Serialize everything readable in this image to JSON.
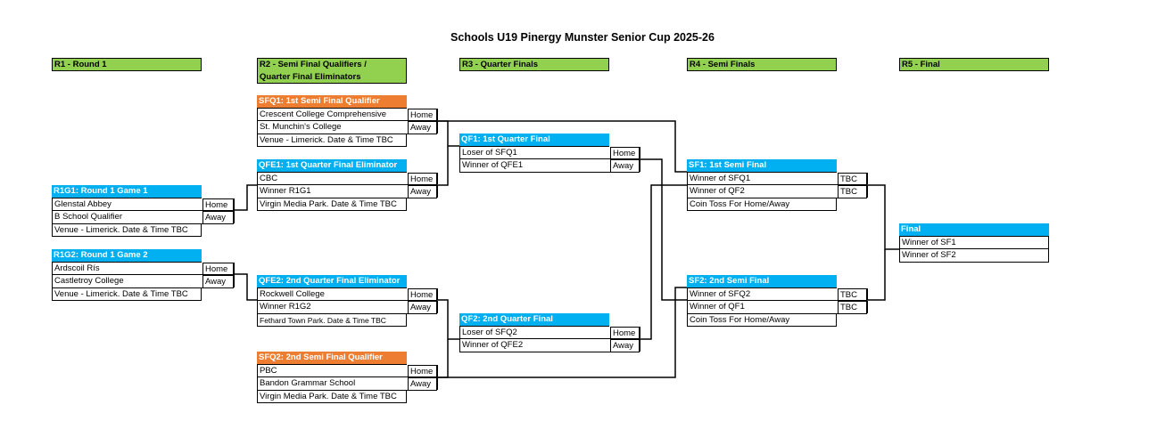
{
  "title": "Schools U19 Pinergy Munster Senior Cup 2025-26",
  "headers": {
    "r1": "R1 - Round 1",
    "r2_line1": "R2 - Semi Final Qualifiers /",
    "r2_line2": "Quarter Final Eliminators",
    "r3": "R3 - Quarter Finals",
    "r4": "R4 - Semi Finals",
    "r5": "R5 - Final"
  },
  "colors": {
    "header_green": "#92d050",
    "match_blue": "#00b0f0",
    "match_orange": "#ed7d31"
  },
  "matches": {
    "r1g1": {
      "head": "R1G1: Round 1  Game 1",
      "team1": "Glenstal Abbey",
      "side1": "Home",
      "team2": "B School Qualifier",
      "side2": "Away",
      "venue": "Venue - Limerick.  Date & Time TBC"
    },
    "r1g2": {
      "head": "R1G2: Round 1 Game 2",
      "team1": "Ardscoil Rís",
      "side1": "Home",
      "team2": "Castletroy College",
      "side2": "Away",
      "venue": "Venue - Limerick.  Date & Time TBC"
    },
    "sfq1": {
      "head": "SFQ1: 1st Semi Final Qualifier",
      "team1": "Crescent College Comprehensive",
      "side1": "Home",
      "team2": "St. Munchin's College",
      "side2": "Away",
      "venue": "Venue - Limerick.  Date & Time TBC"
    },
    "qfe1": {
      "head": "QFE1: 1st Quarter Final Eliminator",
      "team1": "CBC",
      "side1": "Home",
      "team2": "Winner R1G1",
      "side2": "Away",
      "venue": "Virgin Media Park.  Date & Time TBC"
    },
    "qfe2": {
      "head": "QFE2: 2nd Quarter Final Eliminator",
      "team1": "Rockwell College",
      "side1": "Home",
      "team2": "Winner R1G2",
      "side2": "Away",
      "venue": "Fethard Town Park.  Date & Time TBC"
    },
    "sfq2": {
      "head": "SFQ2: 2nd Semi Final Qualifier",
      "team1": "PBC",
      "side1": "Home",
      "team2": "Bandon Grammar School",
      "side2": "Away",
      "venue": "Virgin Media Park.  Date & Time TBC"
    },
    "qf1": {
      "head": "QF1: 1st Quarter Final",
      "team1": "Loser of SFQ1",
      "side1": "Home",
      "team2": "Winner of QFE1",
      "side2": "Away"
    },
    "qf2": {
      "head": "QF2: 2nd Quarter Final",
      "team1": "Loser of SFQ2",
      "side1": "Home",
      "team2": "Winner of QFE2",
      "side2": "Away"
    },
    "sf1": {
      "head": "SF1: 1st Semi Final",
      "team1": "Winner of SFQ1",
      "side1": "TBC",
      "team2": "Winner of QF2",
      "side2": "TBC",
      "venue": "Coin Toss For Home/Away"
    },
    "sf2": {
      "head": "SF2: 2nd Semi Final",
      "team1": "Winner of SFQ2",
      "side1": "TBC",
      "team2": "Winner of QF1",
      "side2": "TBC",
      "venue": "Coin Toss For Home/Away"
    },
    "final": {
      "head": "Final",
      "team1": "Winner of SF1",
      "team2": "Winner of SF2"
    }
  }
}
